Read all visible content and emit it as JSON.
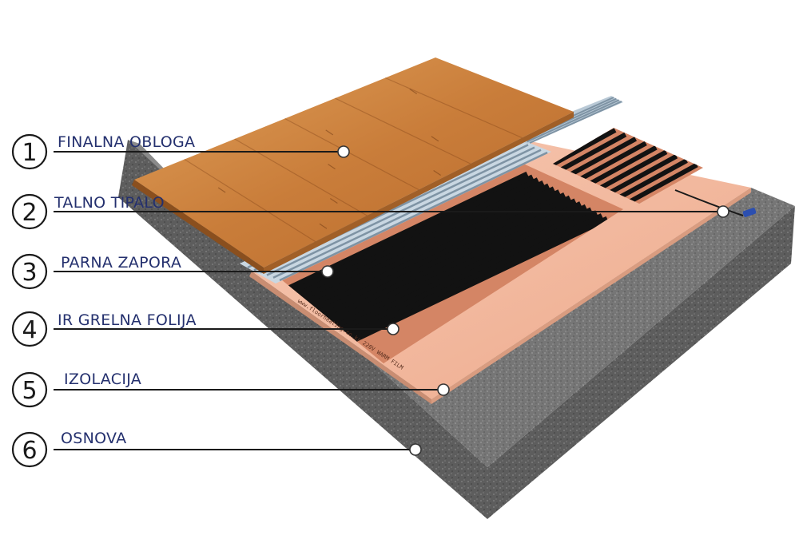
{
  "callouts": [
    {
      "number": "1",
      "label": "FINALNA OBLOGA"
    },
    {
      "number": "2",
      "label": "TALNO TIPALO"
    },
    {
      "number": "3",
      "label": "PARNA ZAPORA"
    },
    {
      "number": "4",
      "label": "IR GRELNA FOLIJA"
    },
    {
      "number": "5",
      "label": "IZOLACIJA"
    },
    {
      "number": "6",
      "label": "OSNOVA"
    }
  ],
  "film_print": "www.floorheating.co.kr  220V  WARM FILM",
  "colors": {
    "wood": "#c9803e",
    "concrete": "#6e6e6e",
    "insulation": "#f2b89f",
    "vapor_barrier": "#a9bccb",
    "heating_strip": "#121212"
  }
}
